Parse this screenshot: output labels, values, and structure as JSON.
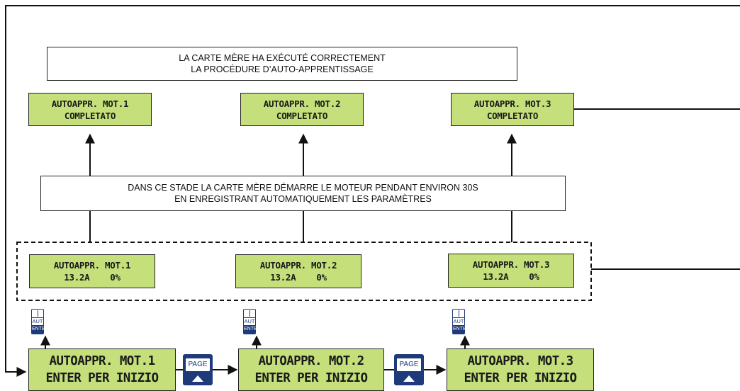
{
  "notes": {
    "success": [
      "LA CARTE MÈRE HA EXÉCUTÉ CORRECTEMENT",
      "LA PROCÉDURE D’AUTO-APPRENTISSAGE"
    ],
    "running": [
      "DANS CE STADE LA CARTE MÈRE DÉMARRE LE MOTEUR PENDANT ENVIRON 30S",
      "EN ENREGISTRANT AUTOMATIQUEMENT LES PARAMÈTRES"
    ]
  },
  "completed": [
    {
      "line1": "AUTOAPPR. MOT.1",
      "line2": "COMPLETATO"
    },
    {
      "line1": "AUTOAPPR. MOT.2",
      "line2": "COMPLETATO"
    },
    {
      "line1": "AUTOAPPR. MOT.3",
      "line2": "COMPLETATO"
    }
  ],
  "progress": [
    {
      "line1": "AUTOAPPR. MOT.1",
      "line2": "13.2A    0%"
    },
    {
      "line1": "AUTOAPPR. MOT.2",
      "line2": "13.2A    0%"
    },
    {
      "line1": "AUTOAPPR. MOT.3",
      "line2": "13.2A    0%"
    }
  ],
  "start": [
    {
      "line1": "AUTOAPPR. MOT.1",
      "line2": "ENTER PER INIZIO"
    },
    {
      "line1": "AUTOAPPR. MOT.2",
      "line2": "ENTER PER INIZIO"
    },
    {
      "line1": "AUTOAPPR. MOT.3",
      "line2": "ENTER PER INIZIO"
    }
  ],
  "keys": {
    "enter_top": "AUT",
    "enter_bottom": "ENTER",
    "page": "PAGE"
  }
}
